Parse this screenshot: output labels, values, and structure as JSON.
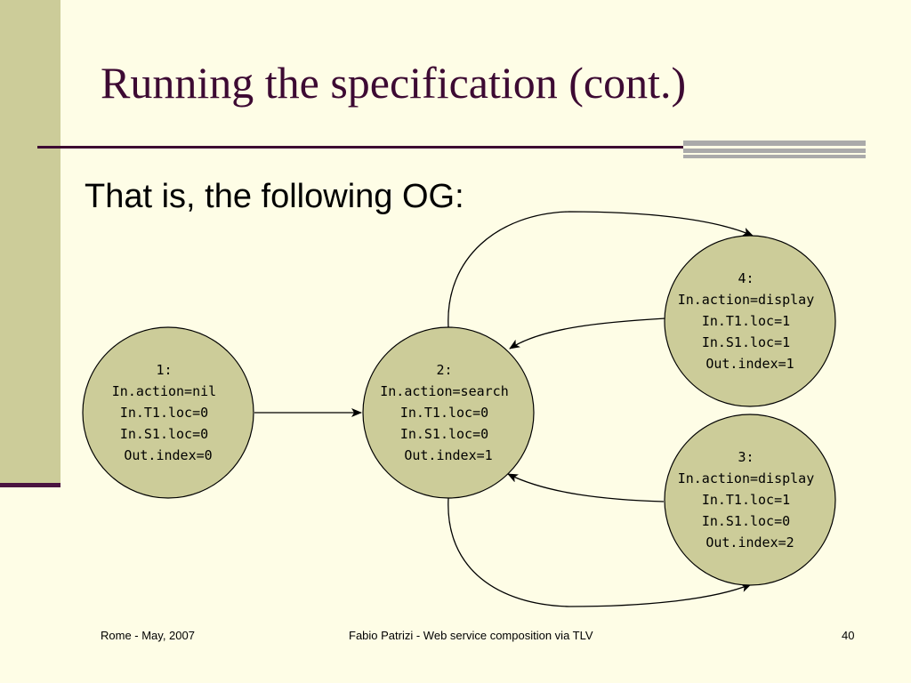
{
  "slide": {
    "title": "Running the specification (cont.)",
    "subtitle": "That is, the following OG:",
    "footer": {
      "left": "Rome - May, 2007",
      "center": "Fabio Patrizi - Web service composition via TLV",
      "page": "40"
    }
  },
  "diagram": {
    "states": [
      {
        "id": "s1",
        "lines": [
          "1:",
          "In.action=nil",
          "In.T1.loc=0",
          "In.S1.loc=0",
          "Out.index=0"
        ]
      },
      {
        "id": "s2",
        "lines": [
          "2:",
          "In.action=search",
          "In.T1.loc=0",
          "In.S1.loc=0",
          "Out.index=1"
        ]
      },
      {
        "id": "s4",
        "lines": [
          "4:",
          "In.action=display",
          "In.T1.loc=1",
          "In.S1.loc=1",
          "Out.index=1"
        ]
      },
      {
        "id": "s3",
        "lines": [
          "3:",
          "In.action=display",
          "In.T1.loc=1",
          "In.S1.loc=0",
          "Out.index=2"
        ]
      }
    ],
    "edges": [
      {
        "from": "1",
        "to": "2"
      },
      {
        "from": "2",
        "to": "4"
      },
      {
        "from": "4",
        "to": "2"
      },
      {
        "from": "2",
        "to": "3"
      },
      {
        "from": "3",
        "to": "2"
      }
    ]
  },
  "colors": {
    "background": "#fefde6",
    "accent_bar": "#cccc99",
    "title": "#3d0a33",
    "state_fill": "#cccc99"
  }
}
